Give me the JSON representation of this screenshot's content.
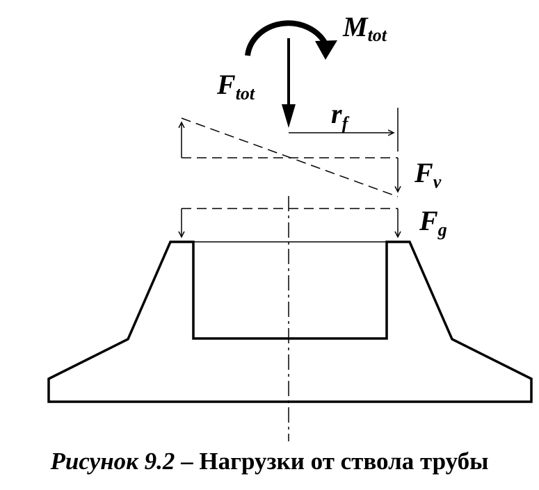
{
  "labels": {
    "moment": {
      "main": "M",
      "sub": "tot"
    },
    "force_total": {
      "main": "F",
      "sub": "tot"
    },
    "radius": {
      "main": "r",
      "sub": "f"
    },
    "force_vertical": {
      "main": "F",
      "sub": "v"
    },
    "force_gravity": {
      "main": "F",
      "sub": "g"
    }
  },
  "caption": {
    "prefix": "Рисунок 9.2",
    "text": " – Нагрузки от ствола трубы"
  }
}
